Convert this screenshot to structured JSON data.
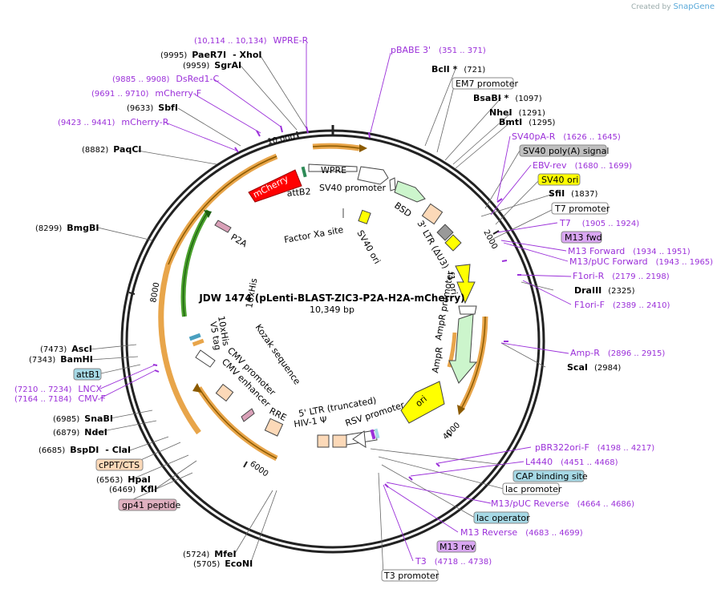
{
  "app": {
    "watermark_prefix": "Created by",
    "watermark_brand": "SnapGene"
  },
  "plasmid": {
    "name": "JDW 1474 (pLenti-BLAST-ZIC3-P2A-H2A-mCherry)",
    "length": "10,349 bp"
  },
  "ticks": [
    "10,000",
    "2000",
    "4000",
    "6000",
    "8000"
  ],
  "enzymes": [
    {
      "pos": "(9995)",
      "name": "PaeR7I",
      "suffix": "- XhoI"
    },
    {
      "pos": "(9959)",
      "name": "SgrAI",
      "suffix": ""
    },
    {
      "pos": "(9633)",
      "name": "SbfI",
      "suffix": ""
    },
    {
      "pos": "(8882)",
      "name": "PaqCI",
      "suffix": ""
    },
    {
      "pos": "(8299)",
      "name": "BmgBI",
      "suffix": ""
    },
    {
      "pos": "(7473)",
      "name": "AscI",
      "suffix": ""
    },
    {
      "pos": "(7343)",
      "name": "BamHI",
      "suffix": ""
    },
    {
      "pos": "(6985)",
      "name": "SnaBI",
      "suffix": ""
    },
    {
      "pos": "(6879)",
      "name": "NdeI",
      "suffix": ""
    },
    {
      "pos": "(6685)",
      "name": "BspDI",
      "suffix": "- ClaI"
    },
    {
      "pos": "(6563)",
      "name": "HpaI",
      "suffix": ""
    },
    {
      "pos": "(6469)",
      "name": "KflI",
      "suffix": ""
    },
    {
      "pos": "(5724)",
      "name": "MfeI",
      "suffix": ""
    },
    {
      "pos": "(5705)",
      "name": "EcoNI",
      "suffix": ""
    },
    {
      "pos": "(721)",
      "name": "BclI *",
      "suffix": ""
    },
    {
      "pos": "(1097)",
      "name": "BsaBI *",
      "suffix": ""
    },
    {
      "pos": "(1291)",
      "name": "NheI",
      "suffix": ""
    },
    {
      "pos": "(1295)",
      "name": "BmtI",
      "suffix": ""
    },
    {
      "pos": "(1837)",
      "name": "SfiI",
      "suffix": ""
    },
    {
      "pos": "(2325)",
      "name": "DraIII",
      "suffix": ""
    },
    {
      "pos": "(2984)",
      "name": "ScaI",
      "suffix": ""
    }
  ],
  "primers": [
    {
      "range": "(10,114 .. 10,134)",
      "name": "WPRE-R"
    },
    {
      "range": "(9885 .. 9908)",
      "name": "DsRed1-C"
    },
    {
      "range": "(9691 .. 9710)",
      "name": "mCherry-F"
    },
    {
      "range": "(9423 .. 9441)",
      "name": "mCherry-R"
    },
    {
      "range": "(7210 .. 7234)",
      "name": "LNCX"
    },
    {
      "range": "(7164 .. 7184)",
      "name": "CMV-F"
    },
    {
      "range": "(351 .. 371)",
      "name": "pBABE 3'"
    },
    {
      "range": "(1626 .. 1645)",
      "name": "SV40pA-R"
    },
    {
      "range": "(1680 .. 1699)",
      "name": "EBV-rev"
    },
    {
      "range": "(1905 .. 1924)",
      "name": "T7"
    },
    {
      "range": "(1934 .. 1951)",
      "name": "M13 Forward"
    },
    {
      "range": "(1943 .. 1965)",
      "name": "M13/pUC Forward"
    },
    {
      "range": "(2179 .. 2198)",
      "name": "F1ori-R"
    },
    {
      "range": "(2389 .. 2410)",
      "name": "F1ori-F"
    },
    {
      "range": "(2896 .. 2915)",
      "name": "Amp-R"
    },
    {
      "range": "(4198 .. 4217)",
      "name": "pBR322ori-F"
    },
    {
      "range": "(4451 .. 4468)",
      "name": "L4440"
    },
    {
      "range": "(4664 .. 4686)",
      "name": "M13/pUC Reverse"
    },
    {
      "range": "(4683 .. 4699)",
      "name": "M13 Reverse"
    },
    {
      "range": "(4718 .. 4738)",
      "name": "T3"
    }
  ],
  "boxes": [
    {
      "name": "EM7 promoter",
      "fill": "#ffffff"
    },
    {
      "name": "SV40 poly(A) signal",
      "fill": "#c0c0c0"
    },
    {
      "name": "SV40 ori",
      "fill": "#ffff00"
    },
    {
      "name": "T7 promoter",
      "fill": "#ffffff"
    },
    {
      "name": "M13 fwd",
      "fill": "#d9a6f2"
    },
    {
      "name": "attB1",
      "fill": "#a6d9e6"
    },
    {
      "name": "cPPT/CTS",
      "fill": "#fcd9b8"
    },
    {
      "name": "gp41 peptide",
      "fill": "#e0b0c0"
    },
    {
      "name": "CAP binding site",
      "fill": "#a6d9e6"
    },
    {
      "name": "lac promoter",
      "fill": "#ffffff"
    },
    {
      "name": "lac operator",
      "fill": "#a6d9e6"
    },
    {
      "name": "M13 rev",
      "fill": "#d9a6f2"
    },
    {
      "name": "T3 promoter",
      "fill": "#ffffff"
    }
  ],
  "features": {
    "mcherry": "mCherry",
    "attb2": "attB2",
    "wpre": "WPRE",
    "sv40_promoter": "SV40 promoter",
    "bsd": "BSD",
    "ltr3": "3' LTR (ΔU3)",
    "f1ori": "f1 ori",
    "ampr_promoter": "AmpR promoter",
    "ampr": "AmpR",
    "ori": "ori",
    "rsv_promoter": "RSV promoter",
    "ltr5": "5' LTR (truncated)",
    "hiv": "HIV-1 Ψ",
    "rre": "RRE",
    "cmv_enhancer": "CMV enhancer",
    "cmv_promoter": "CMV promoter",
    "kozak": "Kozak sequence",
    "v5": "V5 tag",
    "his10": "10xHis",
    "his10b": "10xHis",
    "p2a": "P2A",
    "factorxa": "Factor Xa site",
    "sv40ori_inner": "SV40 ori"
  },
  "colors": {
    "primer": "#9b30d9",
    "orange": "#e8a54a",
    "green": "#4aa02c",
    "mcherry": "#ff0000",
    "bsd": "#ccf5cc",
    "ampr": "#ccf5cc",
    "ori": "#ffff00",
    "f1ori": "#ffff00"
  }
}
